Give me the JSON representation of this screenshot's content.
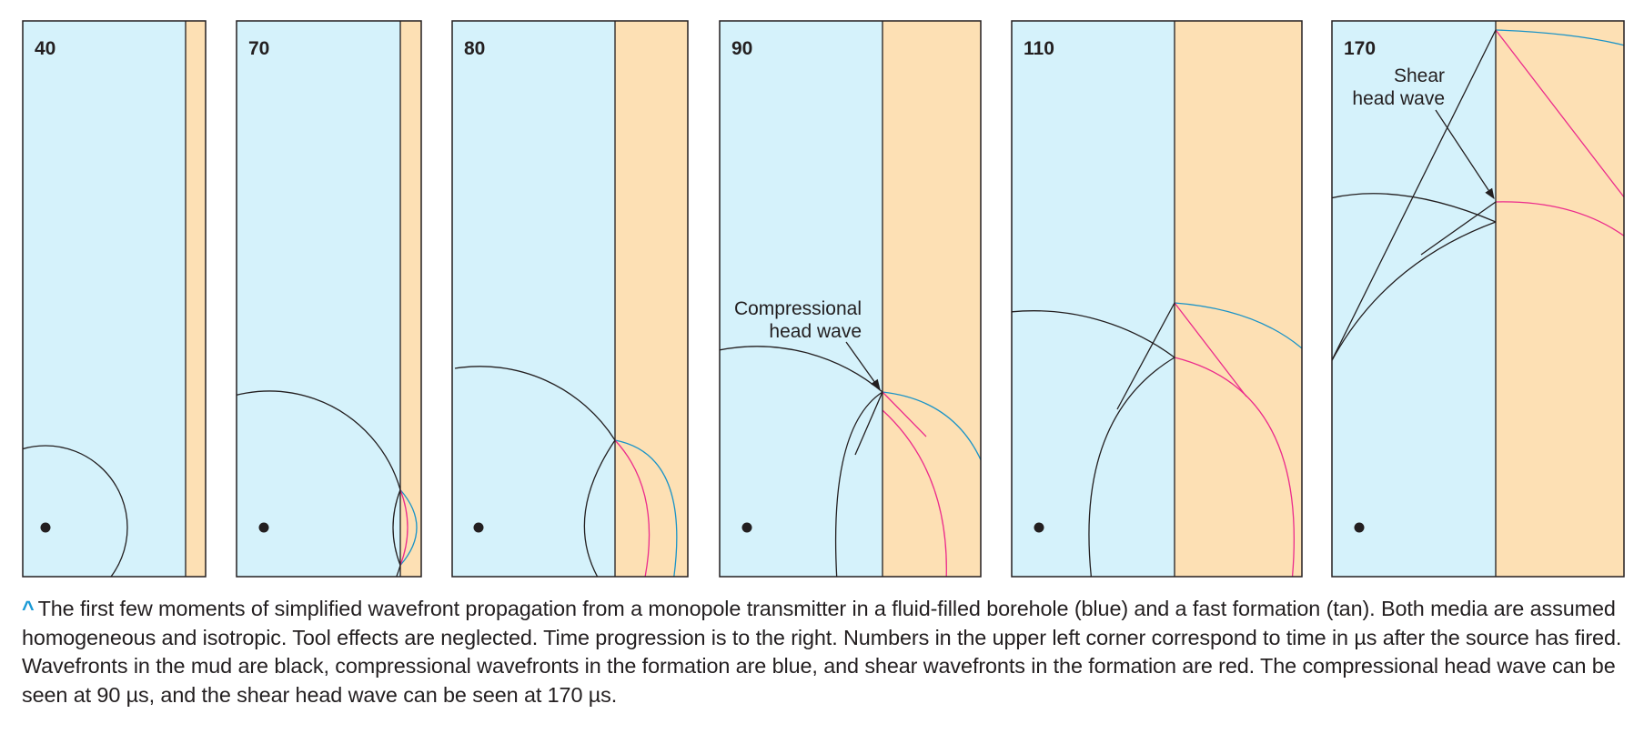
{
  "colors": {
    "mud": "#d5f2fb",
    "formation": "#fde0b4",
    "mud_wavefront": "#231f20",
    "compressional_wavefront": "#1a93c7",
    "shear_wavefront": "#ec2b8c"
  },
  "panels": [
    {
      "time": "40"
    },
    {
      "time": "70"
    },
    {
      "time": "80"
    },
    {
      "time": "90"
    },
    {
      "time": "110"
    },
    {
      "time": "170"
    }
  ],
  "annotations": {
    "compressional": [
      "Compressional",
      "head wave"
    ],
    "shear": [
      "Shear",
      "head wave"
    ]
  },
  "caption": {
    "marker": "^",
    "text": "The first few moments of simplified wavefront propagation from a monopole transmitter in a fluid-filled borehole (blue) and a fast formation (tan). Both media are assumed homogeneous and isotropic. Tool effects are neglected. Time progression is to the right. Numbers in the upper left corner correspond to time in µs after the source has fired. Wavefronts in the mud are black, compressional wavefronts in the formation are blue, and shear wavefronts in the formation are red. The compressional head wave can be seen at 90 µs, and the shear head wave can be seen at 170 µs."
  }
}
